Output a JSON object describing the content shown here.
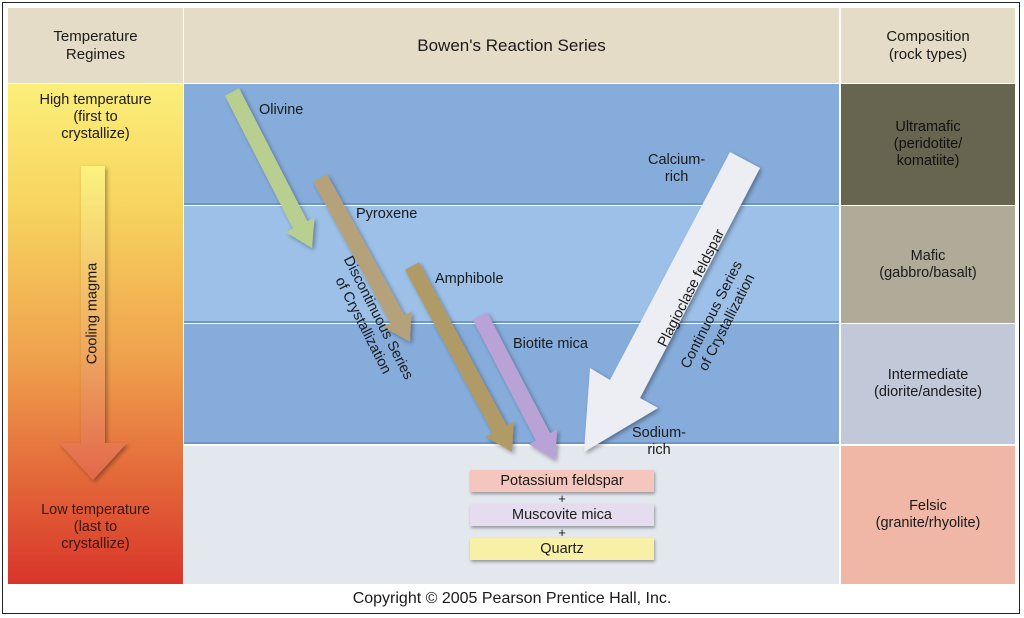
{
  "header": {
    "temperature": [
      "Temperature",
      "Regimes"
    ],
    "title": "Bowen's Reaction Series",
    "composition": [
      "Composition",
      "(rock types)"
    ]
  },
  "temperature": {
    "high": [
      "High temperature",
      "(first to",
      "crystallize)"
    ],
    "low": [
      "Low temperature",
      "(last to",
      "crystallize)"
    ],
    "arrow_label": "Cooling magma"
  },
  "discontinuous": {
    "label": [
      "Discontinuous Series",
      "of Crystallization"
    ],
    "minerals": [
      {
        "name": "Olivine",
        "color": "#b8cf8f"
      },
      {
        "name": "Pyroxene",
        "color": "#b5a27a"
      },
      {
        "name": "Amphibole",
        "color": "#b09a66"
      },
      {
        "name": "Biotite mica",
        "color": "#b9a3d6"
      }
    ]
  },
  "continuous": {
    "label": [
      "Continuous Series",
      "of Crystallization"
    ],
    "arrow_label": "Plagioclase feldspar",
    "top": [
      "Calcium-",
      "rich"
    ],
    "bottom": [
      "Sodium-",
      "rich"
    ],
    "color": "#eceef3"
  },
  "final_minerals": [
    {
      "name": "Potassium feldspar",
      "color": "#f4c6bd"
    },
    {
      "name": "Muscovite mica",
      "color": "#e6dcef"
    },
    {
      "name": "Quartz",
      "color": "#f7f0a6"
    }
  ],
  "plus": "+",
  "composition": [
    {
      "name": "Ultramafic",
      "detail": [
        "(peridotite/",
        "komatiite)"
      ],
      "color": "#67644f",
      "text_color": "#111111"
    },
    {
      "name": "Mafic",
      "detail": [
        "(gabbro/basalt)"
      ],
      "color": "#b0aa98",
      "text_color": "#1a1a1a"
    },
    {
      "name": "Intermediate",
      "detail": [
        "(diorite/andesite)"
      ],
      "color": "#c1c8d8",
      "text_color": "#1a1a1a"
    },
    {
      "name": "Felsic",
      "detail": [
        "(granite/rhyolite)"
      ],
      "color": "#f0b6a6",
      "text_color": "#1a1a1a"
    }
  ],
  "footer": "Copyright © 2005 Pearson Prentice Hall, Inc."
}
